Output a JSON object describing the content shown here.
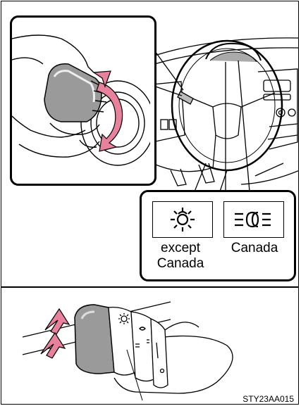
{
  "callout": {
    "except_canada_line1": "except",
    "except_canada_line2": "Canada",
    "canada": "Canada"
  },
  "image_code": "STY23AA015",
  "icons": {
    "headlight_except_canada": "sun-lamp-icon",
    "headlight_canada": "low-beam-headlamp-icon",
    "arrow_color": "#e8829c"
  }
}
